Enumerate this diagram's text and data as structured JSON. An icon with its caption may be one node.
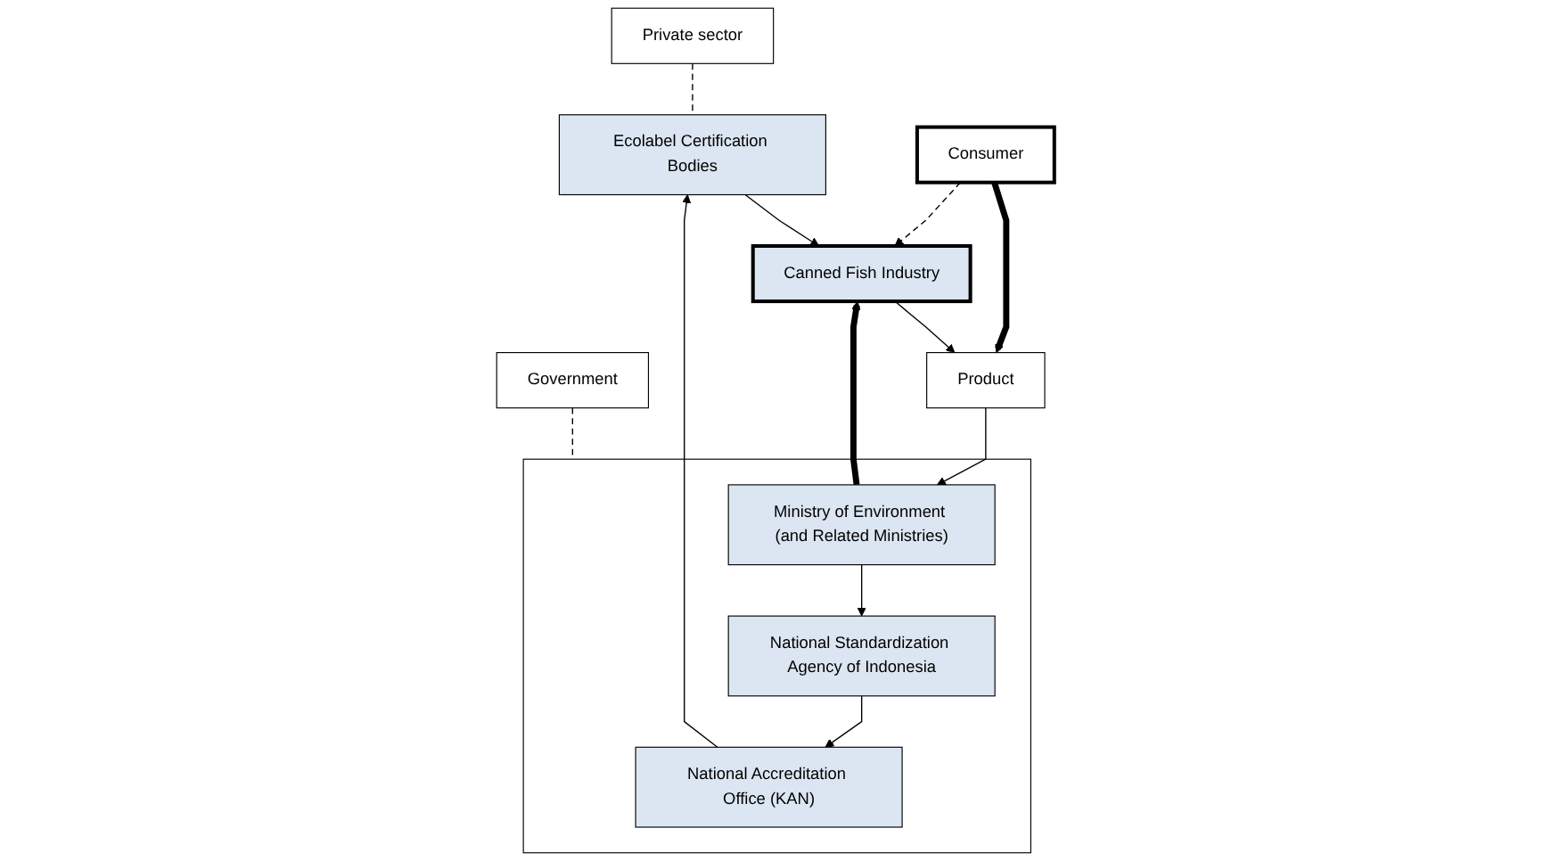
{
  "diagram": {
    "nodes": [
      {
        "text": [
          "Private sector"
        ]
      },
      {
        "text": [
          "Government"
        ]
      },
      {
        "text": [],
        "shape": "box"
      },
      {
        "text": [
          "Ministry of Environment (and Related Ministries)"
        ],
        "in": 2
      },
      {
        "text": [
          "National Standardization Agency of Indonesia"
        ],
        "in": 2
      },
      {
        "text": [
          "Canned Fish Industry"
        ]
      },
      {
        "text": [
          "Ecolabel Certification Bodies"
        ]
      },
      {
        "text": [
          "National Accreditation Office (KAN)"
        ],
        "in": 2
      },
      {
        "text": [
          "Consumer"
        ]
      },
      {
        "text": [
          "Product"
        ]
      }
    ],
    "edges": [
      {
        "from": 0,
        "to": 6,
        "arrow": "none",
        "style": "dashed"
      },
      {
        "from": 1,
        "to": 2,
        "arrow": "none",
        "style": "dashed"
      },
      {
        "from": 3,
        "to": 5,
        "arrow": "to",
        "style": "thick"
      },
      {
        "from": 3,
        "to": 4,
        "arrow": "to"
      },
      {
        "from": 4,
        "to": 7,
        "arrow": "to"
      },
      {
        "from": 7,
        "to": 6,
        "arrow": "to"
      },
      {
        "from": 6,
        "to": 5,
        "arrow": "to"
      },
      {
        "from": 5,
        "to": 9,
        "arrow": "to"
      },
      {
        "from": 8,
        "to": 9,
        "arrow": "to",
        "style": "thick"
      },
      {
        "from": 8,
        "to": 5,
        "arrow": "to",
        "style": "dashed"
      },
      {
        "from": 9,
        "to": 3,
        "arrow": "to"
      }
    ]
  }
}
